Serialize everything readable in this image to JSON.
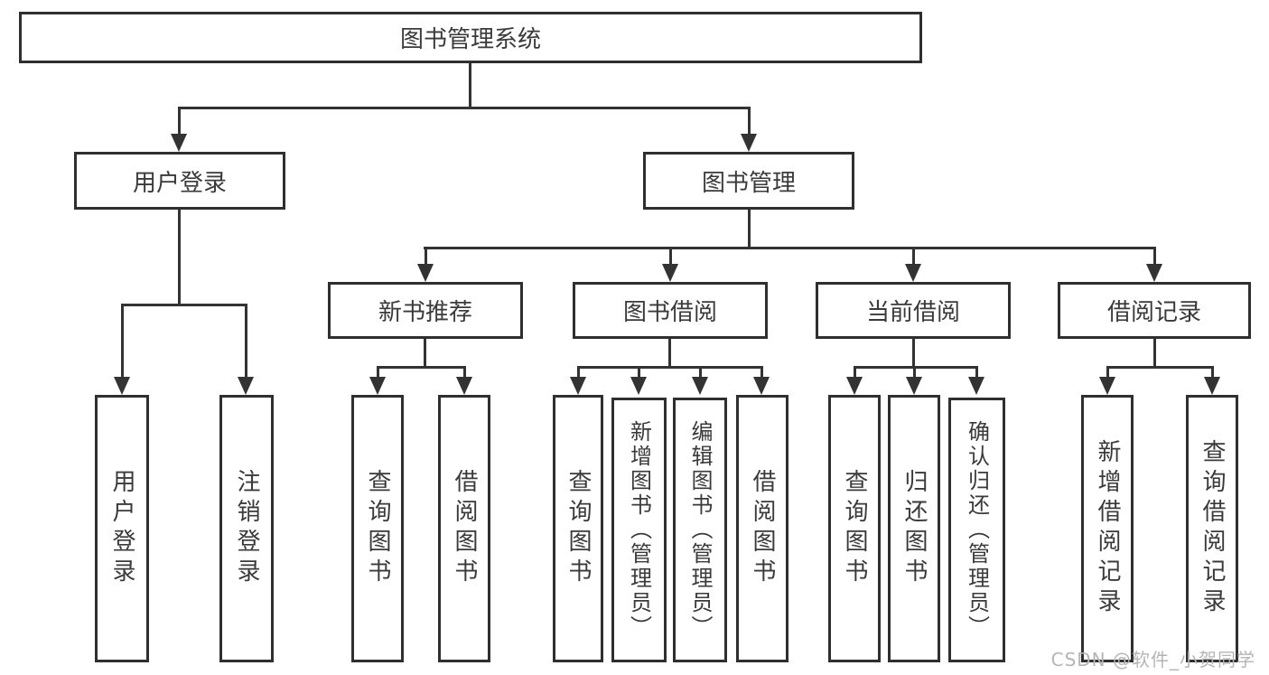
{
  "diagram": {
    "root": {
      "label": "图书管理系统"
    },
    "level2": {
      "user_login": {
        "label": "用户登录"
      },
      "book_management": {
        "label": "图书管理"
      }
    },
    "level3": {
      "new_book_recommend": {
        "label": "新书推荐"
      },
      "book_borrow": {
        "label": "图书借阅"
      },
      "current_borrow": {
        "label": "当前借阅"
      },
      "borrow_records": {
        "label": "借阅记录"
      }
    },
    "leaves": {
      "login": {
        "label": "用户登录"
      },
      "logout": {
        "label": "注销登录"
      },
      "rec_query_books": {
        "label": "查询图书"
      },
      "rec_borrow_books": {
        "label": "借阅图书"
      },
      "bb_query_books": {
        "label": "查询图书"
      },
      "bb_add_books": {
        "label": "新增图书（管理员）"
      },
      "bb_edit_books": {
        "label": "编辑图书（管理员）"
      },
      "bb_borrow_books": {
        "label": "借阅图书"
      },
      "cb_query_books": {
        "label": "查询图书"
      },
      "cb_return_books": {
        "label": "归还图书"
      },
      "cb_confirm_return": {
        "label": "确认归还（管理员）"
      },
      "br_add_record": {
        "label": "新增借阅记录"
      },
      "br_query_record": {
        "label": "查询借阅记录"
      }
    },
    "watermark": "CSDN @软件_小贺同学",
    "colors": {
      "line": "#333333",
      "border": "#2f2f2f",
      "text": "#3a3a3a",
      "watermark": "#b5b5b5",
      "background": "#ffffff"
    }
  }
}
